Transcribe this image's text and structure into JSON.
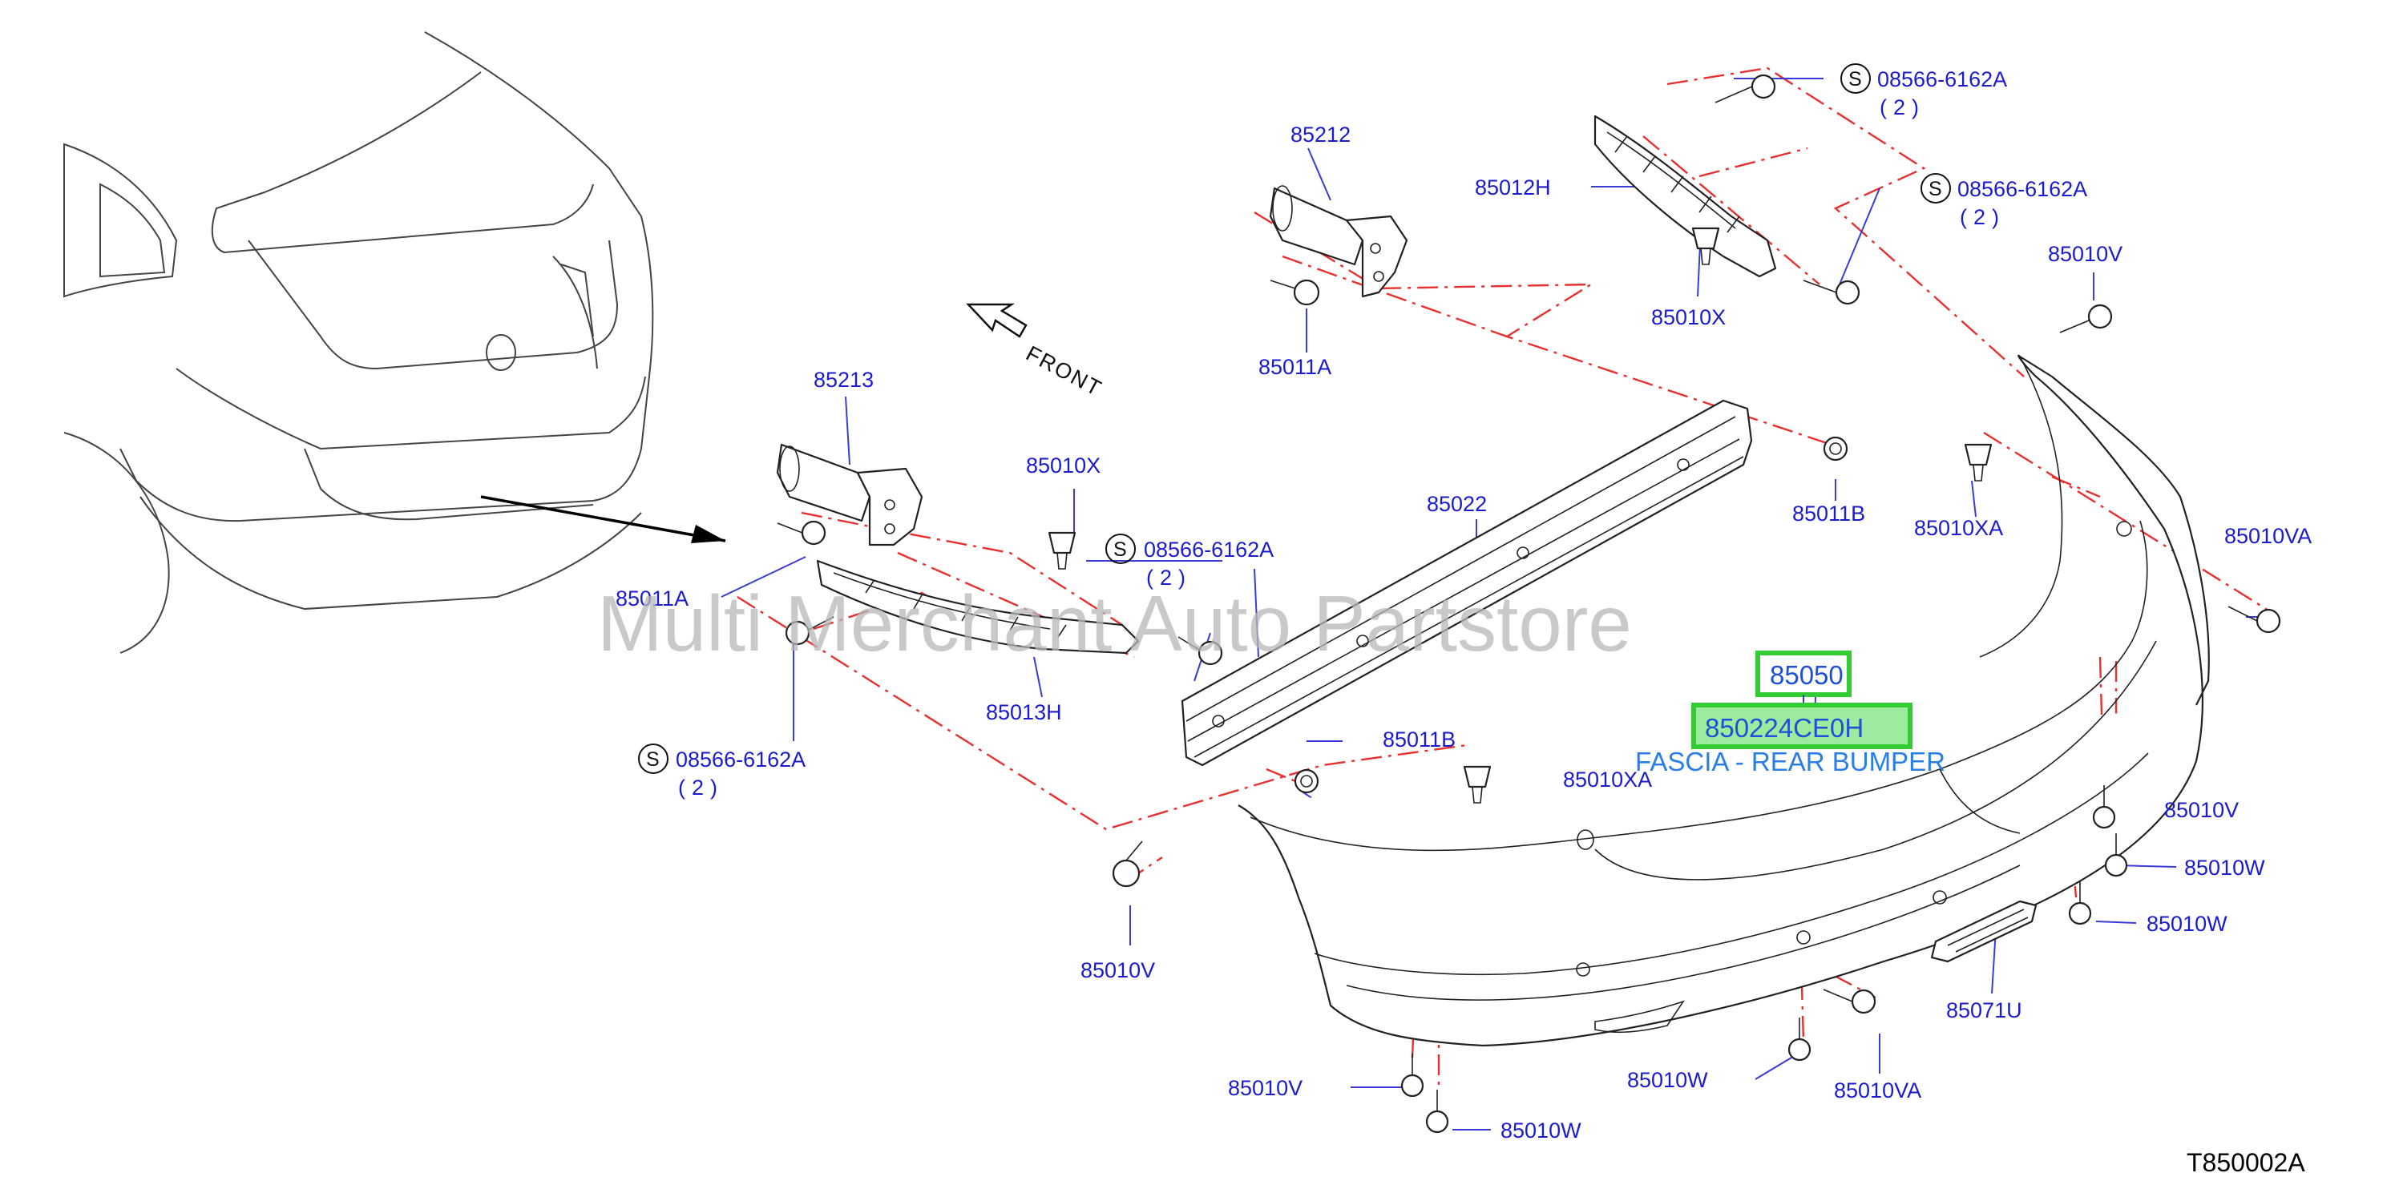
{
  "diagram": {
    "code": "T850002A",
    "watermark": "Multi Merchant Auto Partstore",
    "front_label": "FRONT",
    "bolt_symbol": "S",
    "highlight": {
      "part_number": "85050",
      "oem_number": "850224CE0H",
      "description": "FASCIA - REAR BUMPER"
    },
    "labels": [
      {
        "id": "l85212",
        "text": "85212"
      },
      {
        "id": "l85012H",
        "text": "85012H"
      },
      {
        "id": "l85010X_top",
        "text": "85010X"
      },
      {
        "id": "l85011A_top",
        "text": "85011A"
      },
      {
        "id": "l85010V_tr",
        "text": "85010V"
      },
      {
        "id": "l85213",
        "text": "85213"
      },
      {
        "id": "l85010X_mid",
        "text": "85010X"
      },
      {
        "id": "l85022",
        "text": "85022"
      },
      {
        "id": "l85011B_r",
        "text": "85011B"
      },
      {
        "id": "l85010XA_r",
        "text": "85010XA"
      },
      {
        "id": "l85010VA_r",
        "text": "85010VA"
      },
      {
        "id": "l85011A_l",
        "text": "85011A"
      },
      {
        "id": "l85013H",
        "text": "85013H"
      },
      {
        "id": "l85011B_m",
        "text": "85011B"
      },
      {
        "id": "l85010XA_m",
        "text": "85010XA"
      },
      {
        "id": "l85010V_r",
        "text": "85010V"
      },
      {
        "id": "l85010W_r1",
        "text": "85010W"
      },
      {
        "id": "l85010W_r2",
        "text": "85010W"
      },
      {
        "id": "l85071U",
        "text": "85071U"
      },
      {
        "id": "l85010V_l",
        "text": "85010V"
      },
      {
        "id": "l85010V_b",
        "text": "85010V"
      },
      {
        "id": "l85010W_b",
        "text": "85010W"
      },
      {
        "id": "l85010W_m",
        "text": "85010W"
      },
      {
        "id": "l85010VA_b",
        "text": "85010VA"
      }
    ],
    "bolt_callouts": [
      {
        "id": "s1",
        "part": "08566-6162A",
        "qty": "(2)"
      },
      {
        "id": "s2",
        "part": "08566-6162A",
        "qty": "(2)"
      },
      {
        "id": "s3",
        "part": "08566-6162A",
        "qty": "(2)"
      },
      {
        "id": "s4",
        "part": "08566-6162A",
        "qty": "(2)"
      }
    ]
  }
}
